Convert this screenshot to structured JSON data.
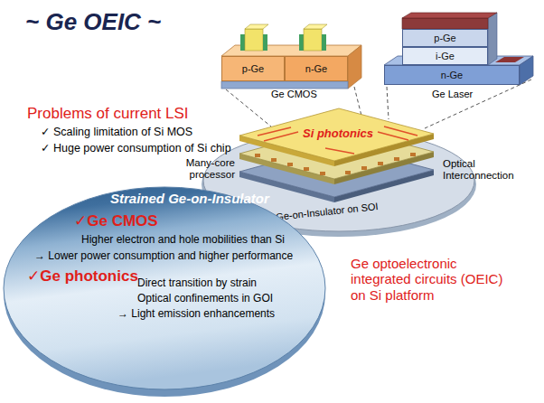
{
  "diagram": {
    "title": "~ Ge OEIC ~",
    "nodes": [
      {
        "text": [
          "p-Ge"
        ]
      },
      {
        "text": [
          "n-Ge"
        ]
      },
      {
        "text": [
          "p-Ge"
        ]
      },
      {
        "text": [
          "i-Ge"
        ]
      },
      {
        "text": [
          "n-Ge"
        ]
      },
      {
        "text": [
          "Strained Ge-on-Insulator",
          "✓Ge CMOS",
          "Higher electron and hole mobilities than Si",
          "→ Lower power consumption and higher performance",
          "✓Ge photonics",
          "Direct transition by strain",
          "Optical confinements in GOI",
          "→ Light emission enhancements"
        ]
      }
    ],
    "labels": [
      "Ge CMOS",
      "Ge Laser",
      "Problems of current LSI",
      "✓ Scaling limitation of Si MOS",
      "✓ Huge power consumption of Si chip",
      "Si photonics",
      "Many-core processor",
      "Optical Interconnection",
      "Ge-on-Insulator on SOI",
      "Ge optoelectronic integrated circuits (OEIC) on Si platform"
    ]
  }
}
